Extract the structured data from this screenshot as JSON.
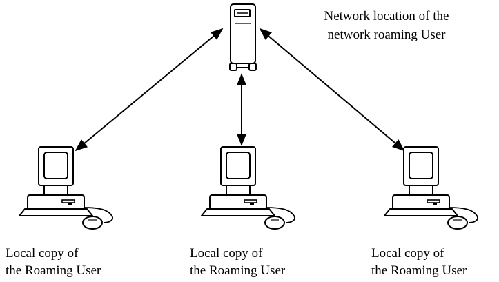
{
  "server": {
    "label_line1": "Network location of the",
    "label_line2": "network roaming User"
  },
  "computers": [
    {
      "line1": "Local copy of",
      "line2": "the Roaming User"
    },
    {
      "line1": "Local copy of",
      "line2": "the Roaming User"
    },
    {
      "line1": "Local copy of",
      "line2": "the Roaming User"
    }
  ],
  "colors": {
    "stroke": "#000000",
    "fill": "#ffffff"
  },
  "icons": {
    "server": "server-tower-icon",
    "computer": "desktop-computer-icon",
    "mouse": "mouse-icon"
  }
}
